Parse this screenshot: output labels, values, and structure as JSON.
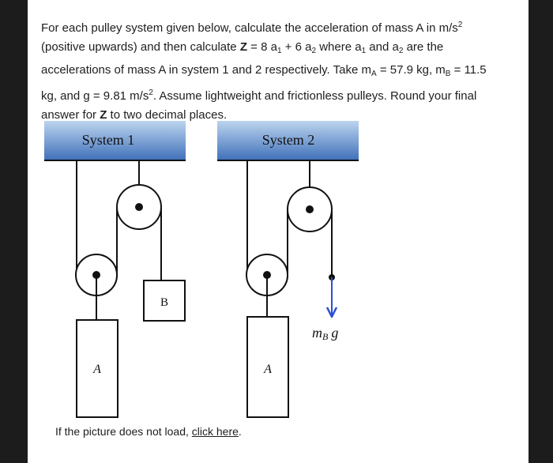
{
  "problem": {
    "l1": "For each pulley system given below, calculate the acceleration of mass A in m/s",
    "l1_sup": "2",
    "l2_a": "(positive upwards) and then calculate",
    "l2_z": "Z",
    "l2_b": "= 8 a",
    "l2_s1": "1",
    "l2_c": "+ 6 a",
    "l2_s2": "2",
    "l2_d": "where a",
    "l2_s3": "1",
    "l2_e": "and a",
    "l2_s4": "2",
    "l2_f": "are the",
    "l3_a": "accelerations of mass A in system 1 and 2 respectively. Take m",
    "l3_sA": "A",
    "l3_b": "= 57.9 kg, m",
    "l3_sB": "B",
    "l3_c": "= 11.5",
    "l4_a": "kg, and g = 9.81 m/s",
    "l4_sup": "2",
    "l4_b": ". Assume lightweight and frictionless pulleys. Round your final",
    "l5_a": "answer for",
    "l5_z": "Z",
    "l5_b": "to two decimal places."
  },
  "diagram": {
    "system1_title": "System 1",
    "system2_title": "System 2",
    "label_B": "B",
    "label_A1": "A",
    "label_A2": "A",
    "force_label": "m",
    "force_sub": "B",
    "force_g": "g",
    "colors": {
      "ceiling_top": "#bcd4ee",
      "ceiling_bottom": "#3f70ba",
      "line": "#111111"
    }
  },
  "footer": {
    "prefix": "If the picture does not load,",
    "link": "click here",
    "suffix": "."
  }
}
